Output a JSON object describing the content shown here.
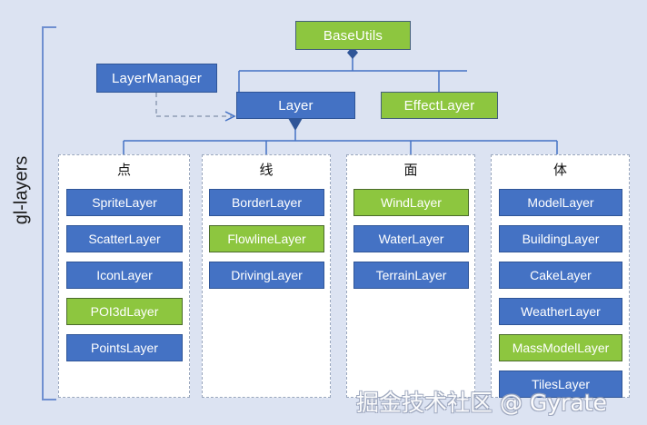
{
  "diagram": {
    "group_label": "gl-layers",
    "watermark": "掘金技术社区 @ Gyrate",
    "colors": {
      "canvas": "#dce3f2",
      "blue": "#4472c4",
      "green": "#8dc63f",
      "border_blue": "#2f5597",
      "column_bg": "#ffffff",
      "column_border": "#9aa7bd",
      "connector": "#4472c4",
      "bracket": "#6f8fd0"
    },
    "nodes": {
      "base_utils": {
        "label": "BaseUtils",
        "fill": "green"
      },
      "layer_manager": {
        "label": "LayerManager",
        "fill": "blue"
      },
      "layer": {
        "label": "Layer",
        "fill": "blue"
      },
      "effect_layer": {
        "label": "EffectLayer",
        "fill": "green"
      }
    },
    "columns": [
      {
        "title": "点",
        "items": [
          {
            "label": "SpriteLayer",
            "fill": "blue"
          },
          {
            "label": "ScatterLayer",
            "fill": "blue"
          },
          {
            "label": "IconLayer",
            "fill": "blue"
          },
          {
            "label": "POI3dLayer",
            "fill": "green"
          },
          {
            "label": "PointsLayer",
            "fill": "blue"
          }
        ]
      },
      {
        "title": "线",
        "items": [
          {
            "label": "BorderLayer",
            "fill": "blue"
          },
          {
            "label": "FlowlineLayer",
            "fill": "green"
          },
          {
            "label": "DrivingLayer",
            "fill": "blue"
          }
        ]
      },
      {
        "title": "面",
        "items": [
          {
            "label": "WindLayer",
            "fill": "green"
          },
          {
            "label": "WaterLayer",
            "fill": "blue"
          },
          {
            "label": "TerrainLayer",
            "fill": "blue"
          }
        ]
      },
      {
        "title": "体",
        "items": [
          {
            "label": "ModelLayer",
            "fill": "blue"
          },
          {
            "label": "BuildingLayer",
            "fill": "blue"
          },
          {
            "label": "CakeLayer",
            "fill": "blue"
          },
          {
            "label": "WeatherLayer",
            "fill": "blue"
          },
          {
            "label": "MassModelLayer",
            "fill": "green"
          },
          {
            "label": "TilesLayer",
            "fill": "blue"
          }
        ]
      }
    ]
  }
}
